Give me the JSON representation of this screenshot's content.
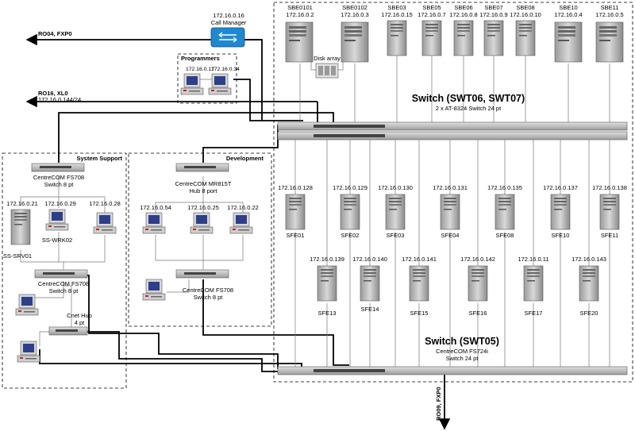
{
  "route_labels": {
    "ro04": "RO04, FXP0",
    "ro16": "RO16, XL0",
    "ro16_ip": "172.16.0.144/24",
    "ro09": "RO09, FXP0"
  },
  "call_manager": {
    "ip": "172.16.0.16",
    "label": "Call Manager"
  },
  "programmers": {
    "title": "Programmers",
    "ip1": "172.16.0.17",
    "ip2": "172.16.0.34"
  },
  "disk_array": "Disk array",
  "sbe_servers": [
    {
      "name": "SBE0101",
      "ip": "172.16.0.2"
    },
    {
      "name": "SBE0102",
      "ip": "172.16.0.3"
    },
    {
      "name": "SBE03",
      "ip": "172.16.0.15"
    },
    {
      "name": "SBE05",
      "ip": "172.16.0.7"
    },
    {
      "name": "SBE06",
      "ip": "172.16.0.8"
    },
    {
      "name": "SBE07",
      "ip": "172.16.0.9"
    },
    {
      "name": "SBE08",
      "ip": "172.16.0.10"
    },
    {
      "name": "SBE10",
      "ip": "172.16.0.4"
    },
    {
      "name": "SBE11",
      "ip": "172.16.0.5"
    }
  ],
  "switch_top": {
    "title": "Switch (SWT06, SWT07)",
    "sub": "2 x AT-8324 Switch 24 pt"
  },
  "switch_bottom": {
    "title": "Switch (SWT05)",
    "sub1": "CentreCOM FS724i",
    "sub2": "Switch 24 pt"
  },
  "sfe_row1": [
    {
      "name": "SFE01",
      "ip": "172.16.0.128"
    },
    {
      "name": "SFE02",
      "ip": "172.16.0.129"
    },
    {
      "name": "SFE03",
      "ip": "172.16.0.130"
    },
    {
      "name": "SFE04",
      "ip": "172.16.0.131"
    },
    {
      "name": "SFE08",
      "ip": "172.16.0.135"
    },
    {
      "name": "SFE10",
      "ip": "172.16.0.137"
    },
    {
      "name": "SFE11",
      "ip": "172.16.0.138"
    }
  ],
  "sfe_row2": [
    {
      "name": "SFE13",
      "ip": "172.16.0.139"
    },
    {
      "name": "SFE14",
      "ip": "172.16.0.140"
    },
    {
      "name": "SFE15",
      "ip": "172.16.0.141"
    },
    {
      "name": "SFE16",
      "ip": "172.16.0.142"
    },
    {
      "name": "SFE17",
      "ip": "172.16.0.11"
    },
    {
      "name": "SFE20",
      "ip": "172.16.0.143"
    }
  ],
  "system_support": {
    "title": "System Support",
    "switch_top_l1": "CentreCOM FS708",
    "switch_top_l2": "Switch 8 pt",
    "ip_srv": "172.16.0.21",
    "ip_wrk": "172.16.0.29",
    "ip_pc": "172.16.0.28",
    "srv_name": "SS-SRV01",
    "wrk_name": "SS-WRK02",
    "switch_bot_l1": "CentreCOM FS708",
    "switch_bot_l2": "Switch 8 pt",
    "hub_l1": "Cnet Hub",
    "hub_l2": "4 pt"
  },
  "development": {
    "title": "Development",
    "hub_l1": "CentreCOM MR815T",
    "hub_l2": "Hub 8 port",
    "ip1": "172.16.0.54",
    "ip2": "172.16.0.25",
    "ip3": "172.16.0.22",
    "switch_l1": "CentreCOM FS708",
    "switch_l2": "Switch 8 pt"
  }
}
